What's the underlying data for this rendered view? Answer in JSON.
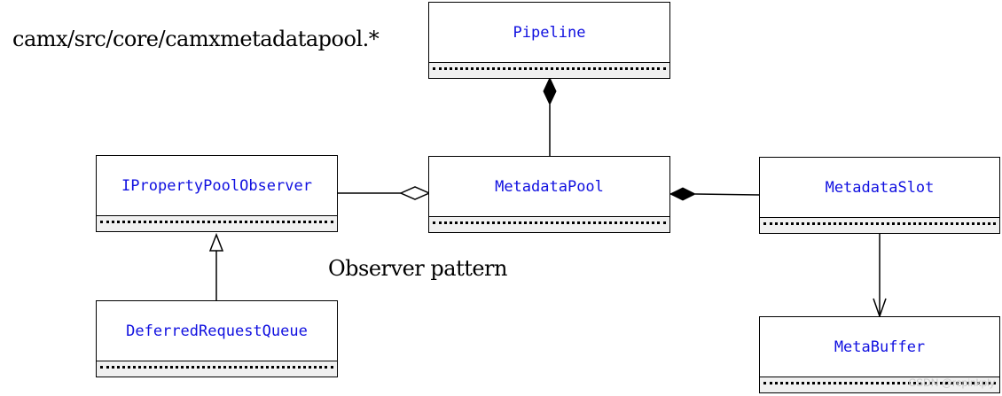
{
  "captions": {
    "path": "camx/src/core/camxmetadatapool.*",
    "pattern": "Observer pattern"
  },
  "classes": {
    "pipeline": "Pipeline",
    "property_pool_observer": "IPropertyPoolObserver",
    "metadata_pool": "MetadataPool",
    "metadata_slot": "MetadataSlot",
    "deferred_request_queue": "DeferredRequestQueue",
    "meta_buffer": "MetaBuffer"
  },
  "relationships": [
    {
      "from": "MetadataPool",
      "to": "Pipeline",
      "type": "composition"
    },
    {
      "from": "IPropertyPoolObserver",
      "to": "MetadataPool",
      "type": "aggregation"
    },
    {
      "from": "MetadataSlot",
      "to": "MetadataPool",
      "type": "composition"
    },
    {
      "from": "DeferredRequestQueue",
      "to": "IPropertyPoolObserver",
      "type": "realization"
    },
    {
      "from": "MetadataSlot",
      "to": "MetaBuffer",
      "type": "dependency"
    }
  ],
  "watermark": "CSDN @repinkply",
  "colors": {
    "class_name": "#1010e0",
    "line": "#000000",
    "compartment": "#f0f0f0"
  }
}
